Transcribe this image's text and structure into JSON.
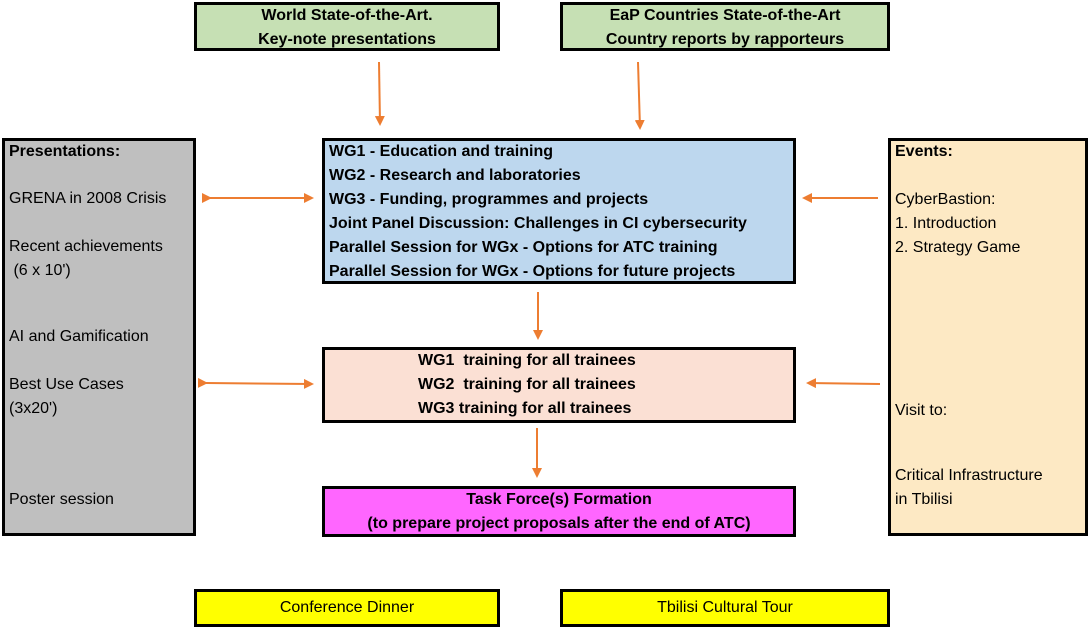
{
  "top": {
    "world": {
      "line1": "World State-of-the-Art.",
      "line2": "Key-note presentations"
    },
    "eap": {
      "line1": "EaP Countries State-of-the-Art",
      "line2": "Country reports by rapporteurs"
    }
  },
  "presentations": {
    "title": "Presentations:",
    "items": [
      "GRENA in 2008 Crisis",
      "Recent achievements",
      " (6 x 10')",
      "AI and Gamification",
      "Best Use Cases",
      "(3x20')",
      "Poster session"
    ]
  },
  "working_groups": {
    "lines": [
      "WG1 - Education and training",
      "WG2 - Research and laboratories",
      "WG3 - Funding, programmes and projects",
      "Joint Panel Discussion: Challenges in CI cybersecurity",
      "Parallel Session for WGx - Options for ATC training",
      "Parallel Session for WGx - Options for future projects"
    ]
  },
  "training": {
    "lines": [
      "WG1  training for all trainees",
      "WG2  training for all trainees",
      "WG3 training for all trainees"
    ]
  },
  "task_force": {
    "line1": "Task Force(s) Formation",
    "line2": "(to prepare project proposals after the end of ATC)"
  },
  "events": {
    "title": "Events:",
    "items": [
      "CyberBastion:",
      "1. Introduction",
      "2. Strategy Game",
      "Visit to:",
      "Critical Infrastructure",
      "in Tbilisi"
    ]
  },
  "bottom": {
    "dinner": "Conference Dinner",
    "tour": "Tbilisi Cultural Tour"
  },
  "colors": {
    "arrow": "#ed7d31",
    "top_boxes": "#c6e0b4",
    "presentations": "#bfbfbf",
    "working_groups": "#bdd7ee",
    "training": "#fbe0d4",
    "task_force": "#ff66ff",
    "events": "#fde9c4",
    "bottom_boxes": "#ffff00"
  }
}
